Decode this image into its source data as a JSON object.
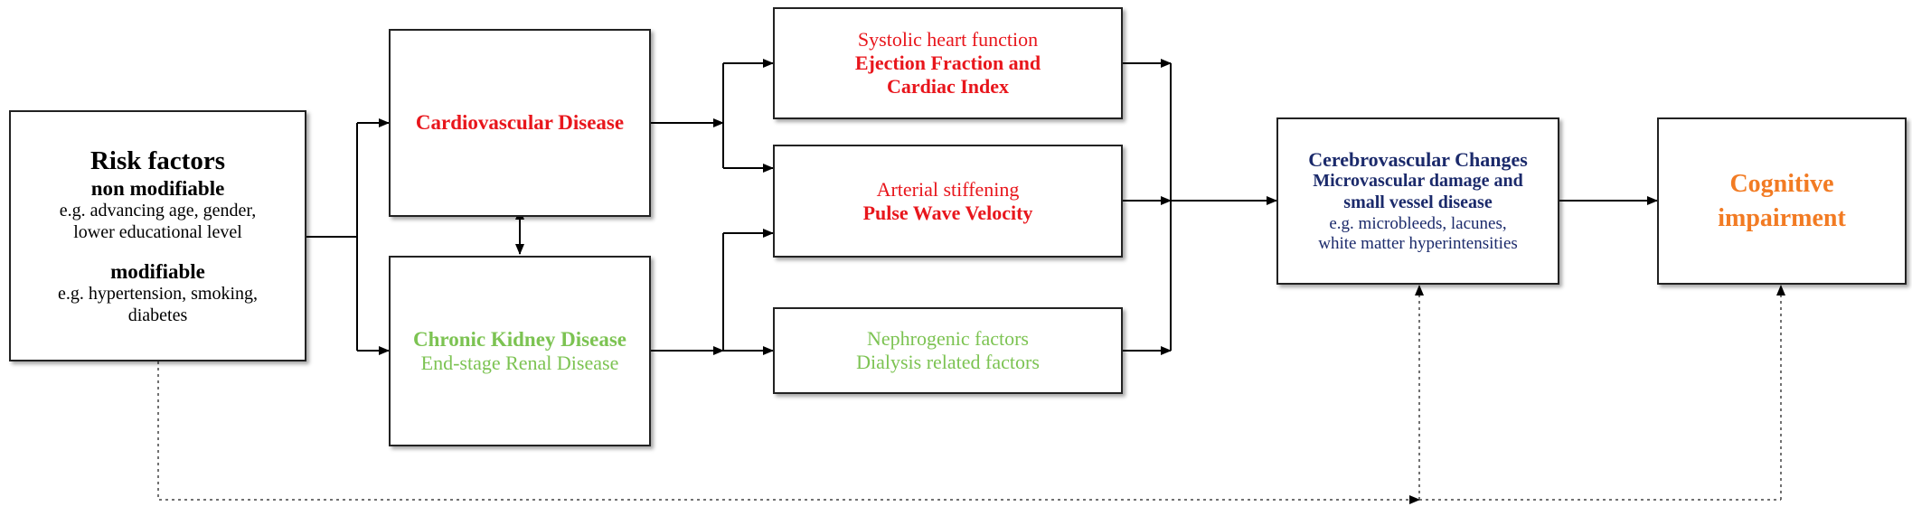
{
  "risk_factors": {
    "title": "Risk factors",
    "non_modifiable_label": "non modifiable",
    "non_modifiable_line1": "e.g. advancing age, gender,",
    "non_modifiable_line2": "lower educational level",
    "modifiable_label": "modifiable",
    "modifiable_line1": "e.g. hypertension, smoking,",
    "modifiable_line2": "diabetes"
  },
  "cardiovascular": {
    "label": "Cardiovascular Disease",
    "color": "#e8161c"
  },
  "chronic_kidney": {
    "label": "Chronic Kidney Disease",
    "sublabel": "End-stage Renal Disease",
    "color": "#7cc352"
  },
  "systolic": {
    "line1": "Systolic heart function",
    "line2": "Ejection Fraction and",
    "line3": "Cardiac Index"
  },
  "arterial": {
    "line1": "Arterial stiffening",
    "line2": "Pulse Wave Velocity"
  },
  "nephrogenic": {
    "line1": "Nephrogenic factors",
    "line2": "Dialysis related factors"
  },
  "cerebrovascular": {
    "title": "Cerebrovascular Changes",
    "sub_line1": "Microvascular damage and",
    "sub_line2": "small vessel disease",
    "desc_line1": "e.g. microbleeds, lacunes,",
    "desc_line2": "white matter hyperintensities",
    "color": "#1b2a6b"
  },
  "cognitive": {
    "line1": "Cognitive",
    "line2": "impairment",
    "color": "#f27b23"
  }
}
